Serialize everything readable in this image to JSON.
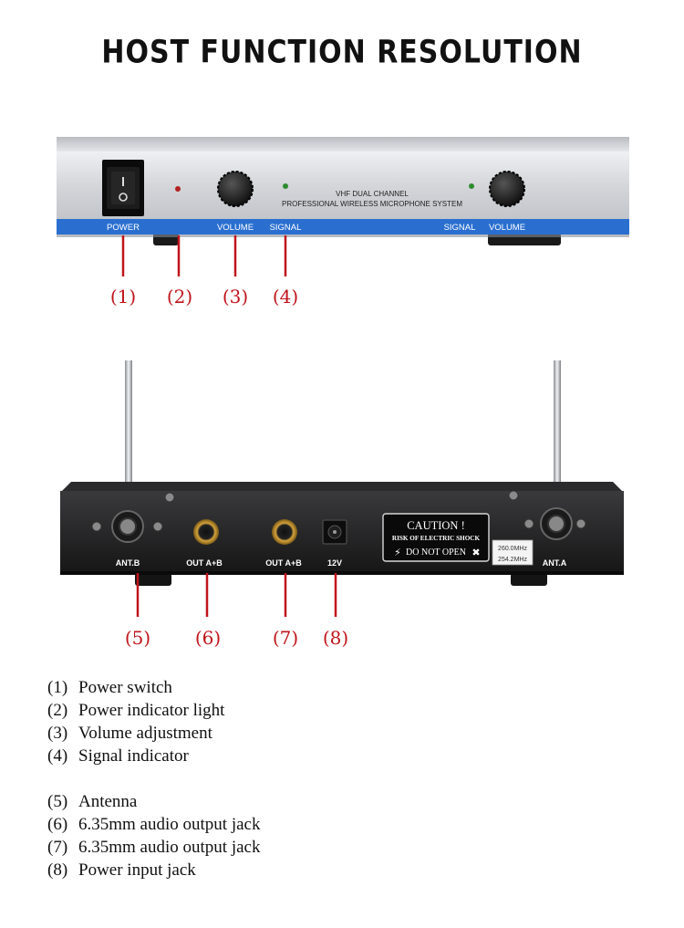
{
  "title": "HOST FUNCTION RESOLUTION",
  "front_panel": {
    "labels": {
      "power": "POWER",
      "volume_left": "VOLUME",
      "signal_left": "SIGNAL",
      "signal_right": "SIGNAL",
      "volume_right": "VOLUME",
      "brand_line1": "VHF DUAL CHANNEL",
      "brand_line2": "PROFESSIONAL WIRELESS MICROPHONE SYSTEM"
    },
    "callouts": [
      "(1)",
      "(2)",
      "(3)",
      "(4)"
    ]
  },
  "rear_panel": {
    "labels": {
      "ant_b": "ANT.B",
      "out1": "OUT A+B",
      "out2": "OUT A+B",
      "dc": "12V",
      "ant_a": "ANT.A",
      "caution_title": "CAUTION !",
      "caution_sub": "RISK OF ELECTRIC SHOCK",
      "caution_bottom": "DO NOT OPEN",
      "freq_a": "260.0MHz",
      "freq_b": "254.2MHz"
    },
    "callouts": [
      "(5)",
      "(6)",
      "(7)",
      "(8)"
    ]
  },
  "legend_group1": [
    {
      "num": "(1)",
      "text": "Power switch"
    },
    {
      "num": "(2)",
      "text": "Power indicator light"
    },
    {
      "num": "(3)",
      "text": "Volume adjustment"
    },
    {
      "num": "(4)",
      "text": "Signal indicator"
    }
  ],
  "legend_group2": [
    {
      "num": "(5)",
      "text": "Antenna"
    },
    {
      "num": "(6)",
      "text": "6.35mm audio output jack"
    },
    {
      "num": "(7)",
      "text": "6.35mm audio output jack"
    },
    {
      "num": "(8)",
      "text": "Power input jack"
    }
  ],
  "colors": {
    "callout_red": "#c0141b",
    "front_blue": "#2a6fd0",
    "panel_silver": "#d4d6da"
  }
}
